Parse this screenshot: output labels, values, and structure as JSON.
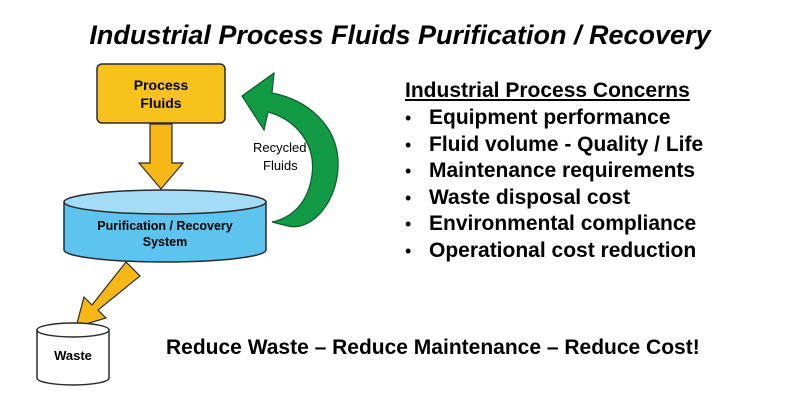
{
  "title": "Industrial Process Fluids Purification / Recovery",
  "diagram": {
    "process_box": {
      "line1": "Process",
      "line2": "Fluids"
    },
    "purification": {
      "line1": "Purification / Recovery",
      "line2": "System"
    },
    "waste": "Waste",
    "recycle": {
      "line1": "Recycled",
      "line2": "Fluids"
    }
  },
  "concerns": {
    "title": "Industrial Process Concerns",
    "items": [
      "Equipment performance",
      "Fluid volume - Quality / Life",
      "Maintenance requirements",
      "Waste disposal cost",
      "Environmental compliance",
      "Operational cost reduction"
    ]
  },
  "slogan": "Reduce Waste – Reduce Maintenance  – Reduce Cost!",
  "colors": {
    "process_fill": "#f7c21c",
    "arrow_orange": "#f6b816",
    "cylinder_fill": "#5cc4ee",
    "recycle_green": "#139a44",
    "waste_fill": "#ffffff"
  },
  "bullet_glyph": "•"
}
